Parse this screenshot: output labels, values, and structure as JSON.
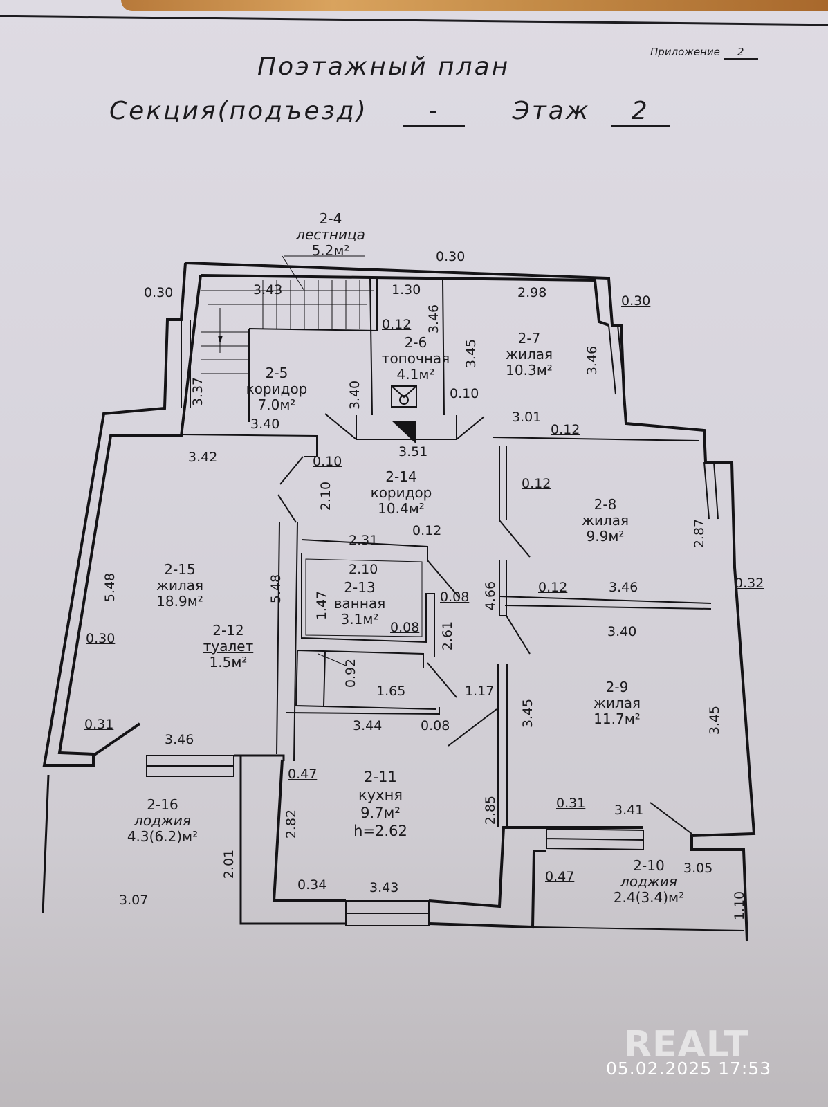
{
  "document": {
    "title": "Поэтажный план",
    "appendix_label": "Приложение",
    "appendix_number": "2",
    "section_label": "Секция(подъезд)",
    "section_value": "-",
    "floor_label": "Этаж",
    "floor_value": "2"
  },
  "rooms": [
    {
      "id": "2-4",
      "name": "лестница",
      "area": "5.2м²"
    },
    {
      "id": "2-5",
      "name": "коридор",
      "area": "7.0м²"
    },
    {
      "id": "2-6",
      "name": "топочная",
      "area": "4.1м²"
    },
    {
      "id": "2-7",
      "name": "жилая",
      "area": "10.3м²"
    },
    {
      "id": "2-8",
      "name": "жилая",
      "area": "9.9м²"
    },
    {
      "id": "2-9",
      "name": "жилая",
      "area": "11.7м²"
    },
    {
      "id": "2-10",
      "name": "лоджия",
      "area": "2.4(3.4)м²"
    },
    {
      "id": "2-11",
      "name": "кухня",
      "area": "9.7м²",
      "height": "h=2.62"
    },
    {
      "id": "2-12",
      "name": "туалет",
      "area": "1.5м²"
    },
    {
      "id": "2-13",
      "name": "ванная",
      "area": "3.1м²"
    },
    {
      "id": "2-14",
      "name": "коридор",
      "area": "10.4м²"
    },
    {
      "id": "2-15",
      "name": "жилая",
      "area": "18.9м²"
    },
    {
      "id": "2-16",
      "name": "лоджия",
      "area": "4.3(6.2)м²"
    }
  ],
  "dimensions": {
    "d_030_top": "0.30",
    "d_030_left": "0.30",
    "d_030_right": "0.30",
    "d_343_stairs": "3.43",
    "d_130": "1.30",
    "d_346_boiler": "3.46",
    "d_012_boiler": "0.12",
    "d_298": "2.98",
    "d_345_r7": "3.45",
    "d_346_r7": "3.46",
    "d_337": "3.37",
    "d_340_c5v": "3.40",
    "d_010_r7": "0.10",
    "d_340_c5": "3.40",
    "d_301": "3.01",
    "d_351": "3.51",
    "d_012_r8top": "0.12",
    "d_342": "3.42",
    "d_010_c14": "0.10",
    "d_210_c14": "2.10",
    "d_012_r8": "0.12",
    "d_287": "2.87",
    "d_231": "2.31",
    "d_012_bath": "0.12",
    "d_548_left": "5.48",
    "d_548_mid": "5.48",
    "d_210_bath": "2.10",
    "d_008_bath": "0.08",
    "d_466": "4.66",
    "d_012_r9": "0.12",
    "d_346_r8": "3.46",
    "d_032": "0.32",
    "d_147": "1.47",
    "d_030_r15": "0.30",
    "d_008_toilet": "0.08",
    "d_261": "2.61",
    "d_340_r9": "3.40",
    "d_092": "0.92",
    "d_165": "1.65",
    "d_117": "1.17",
    "d_345_r9l": "3.45",
    "d_345_r9r": "3.45",
    "d_344": "3.44",
    "d_008_kitchen": "0.08",
    "d_031_r15": "0.31",
    "d_346_r15": "3.46",
    "d_047_k": "0.47",
    "d_282": "2.82",
    "d_285": "2.85",
    "d_031_r9": "0.31",
    "d_341": "3.41",
    "d_305": "3.05",
    "d_201": "2.01",
    "d_034": "0.34",
    "d_343_k": "3.43",
    "d_047_l": "0.47",
    "d_110": "1.10",
    "d_307": "3.07"
  },
  "watermark": {
    "brand": "REALT",
    "timestamp": "05.02.2025  17:53"
  }
}
